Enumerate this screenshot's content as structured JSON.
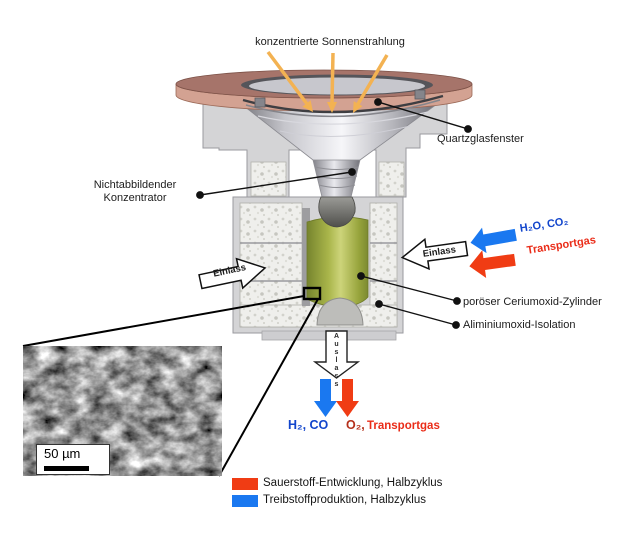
{
  "palette": {
    "solar_arrow": "#f3b252",
    "flange_copper_top": "#a6746a",
    "flange_copper_front": "#d3a292",
    "housing_grey": "#d4d4d6",
    "ceria_green": "#aab043",
    "inlet_arrow_blue": "#1a78f0",
    "inlet_arrow_red": "#f03c14",
    "text_blue": "#1245cc",
    "text_red": "#ea2c18",
    "text_dark_red": "#b5311c"
  },
  "labels": {
    "solar": "konzentrierte Sonnenstrahlung",
    "window": "Quartzglasfenster",
    "concentrator_line1": "Nichtabbildender",
    "concentrator_line2": "Konzentrator",
    "inlet_left": "Einlass",
    "inlet_right": "Einlass",
    "inlet_gas_blue": "H₂O, CO₂",
    "inlet_gas_red": "Transportgas",
    "cylinder": "poröser Ceriumoxid-Zylinder",
    "insulation": "Aliminiumoxid-Isolation",
    "outlet": "Auslass",
    "outlet_gas_blue": "H₂, CO",
    "outlet_gas_red_o2": "O₂,",
    "outlet_gas_red": "Transportgas"
  },
  "sem": {
    "scale_label": "50 µm"
  },
  "legend": {
    "items": [
      {
        "label": "Sauerstoff-Entwicklung, Halbzyklus",
        "color": "#f03c14"
      },
      {
        "label": "Treibstoffproduktion, Halbzyklus",
        "color": "#1a78f0"
      }
    ]
  }
}
